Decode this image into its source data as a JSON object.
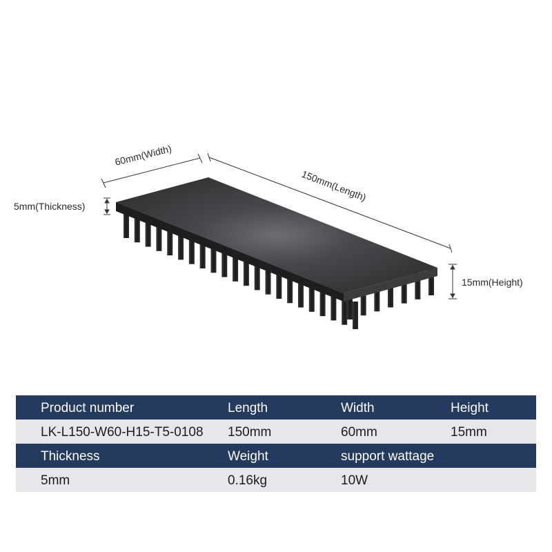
{
  "annotations": {
    "width": "60mm(Width)",
    "length": "150mm(Length)",
    "thickness": "5mm(Thickness)",
    "height": "15mm(Height)"
  },
  "table": {
    "rows": [
      [
        "Product number",
        "Length",
        "Width",
        "Height"
      ],
      [
        "LK-L150-W60-H15-T5-0108",
        "150mm",
        "60mm",
        "15mm"
      ],
      [
        "Thickness",
        "Weight",
        "support wattage",
        ""
      ],
      [
        "5mm",
        "0.16kg",
        "10W",
        ""
      ]
    ]
  },
  "colors": {
    "header_bg": "#243a5e",
    "row_bg": "#e6e7eb",
    "heatsink": "#2e2e30"
  }
}
